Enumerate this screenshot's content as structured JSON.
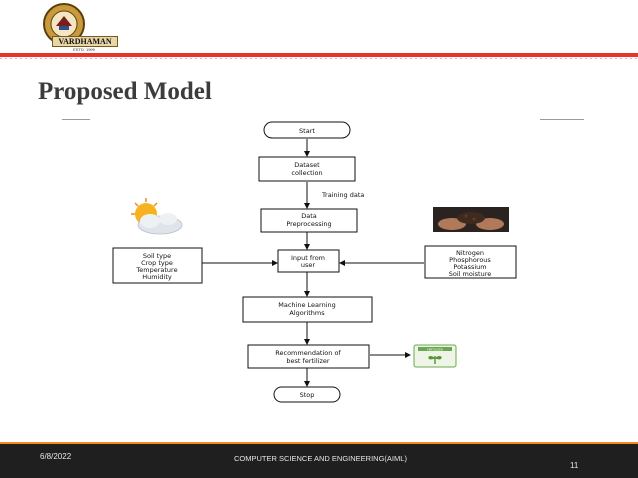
{
  "header": {
    "logo_name": "VARDHAMAN",
    "logo_estd": "ESTD. 1999",
    "logo_ring": "VARDHAMAN COLLEGE OF ENGINEERING"
  },
  "slide": {
    "title": "Proposed Model"
  },
  "diagram": {
    "start": "Start",
    "dataset": [
      "Dataset",
      "collection"
    ],
    "training_label": "Training data",
    "preprocessing": [
      "Data",
      "Preprocessing"
    ],
    "input": [
      "Input from",
      "user"
    ],
    "left_params": [
      "Soil type",
      "Crop type",
      "Temperature",
      "Humidity"
    ],
    "right_params": [
      "Nitrogen",
      "Phosphorous",
      "Potassium",
      "Soil moisture"
    ],
    "ml": [
      "Machine Learning",
      "Algorithms"
    ],
    "recommendation": [
      "Recommendation of",
      "best fertilizer"
    ],
    "stop": "Stop",
    "weather_icon": "weather-sun-cloud-icon",
    "soil_icon": "soil-hands-icon",
    "fertilizer_icon": "fertilizer-bag-icon",
    "fertilizer_bag_text": "FERTILIZER"
  },
  "footer": {
    "date": "6/8/2022",
    "center": "COMPUTER SCIENCE AND ENGINEERING(AIML)",
    "page": "11"
  },
  "colors": {
    "accent_red": "#e8332a",
    "footer_bg": "#1f1f1f",
    "footer_band": "#f08a1e",
    "title_color": "#3c3c3c"
  }
}
